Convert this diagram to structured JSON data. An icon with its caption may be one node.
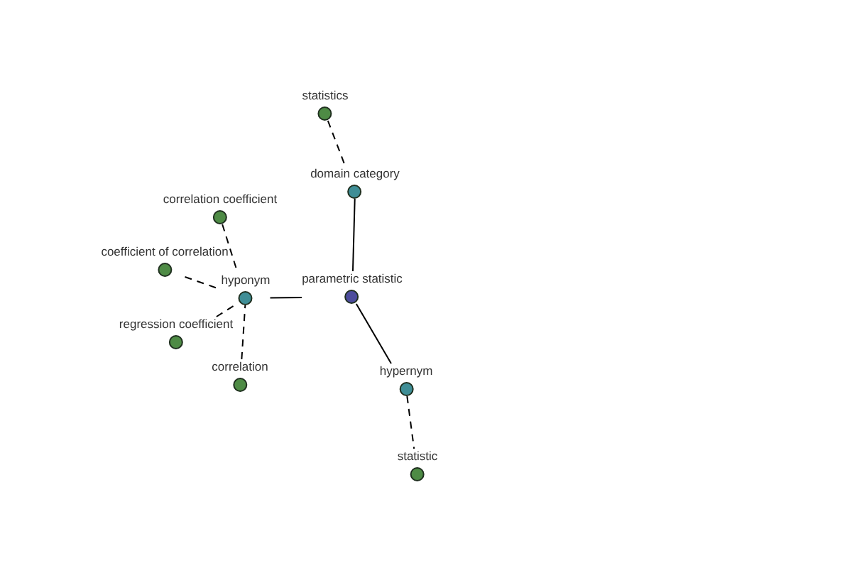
{
  "diagram": {
    "nodes": [
      {
        "text": [
          "statistics"
        ]
      },
      {
        "text": [
          "domain category"
        ]
      },
      {
        "text": [
          "correlation coefficient"
        ]
      },
      {
        "text": [
          "coefficient of correlation"
        ]
      },
      {
        "text": [
          "hyponym"
        ]
      },
      {
        "text": [
          "parametric statistic"
        ]
      },
      {
        "text": [
          "regression coefficient"
        ]
      },
      {
        "text": [
          "correlation"
        ]
      },
      {
        "text": [
          "hypernym"
        ]
      },
      {
        "text": [
          "statistic"
        ]
      }
    ],
    "edges": [
      {
        "from": 0,
        "to": 1,
        "arrow": "none",
        "style": "dashed"
      },
      {
        "from": 1,
        "to": 5,
        "arrow": "none"
      },
      {
        "from": 4,
        "to": 5,
        "arrow": "none"
      },
      {
        "from": 5,
        "to": 8,
        "arrow": "none"
      },
      {
        "from": 8,
        "to": 9,
        "arrow": "none",
        "style": "dashed"
      },
      {
        "from": 2,
        "to": 4,
        "arrow": "none",
        "style": "dashed"
      },
      {
        "from": 3,
        "to": 4,
        "arrow": "none",
        "style": "dashed"
      },
      {
        "from": 6,
        "to": 4,
        "arrow": "none",
        "style": "dashed"
      },
      {
        "from": 7,
        "to": 4,
        "arrow": "none",
        "style": "dashed"
      }
    ]
  }
}
